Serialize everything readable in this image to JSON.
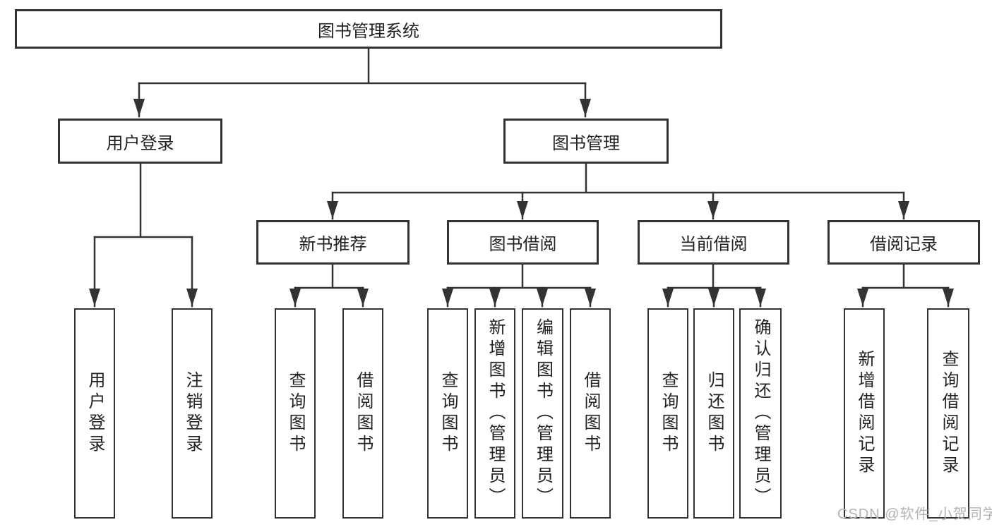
{
  "diagram": {
    "watermark": "CSDN @软件_小贺同学",
    "colors": {
      "line": "#333333",
      "box_border": "#333333",
      "text": "#222222",
      "watermark": "#b3b3b3",
      "background": "#ffffff"
    }
  },
  "nodes": {
    "root": {
      "label": "图书管理系统"
    },
    "level2": [
      {
        "label": "用户登录"
      },
      {
        "label": "图书管理"
      }
    ],
    "level3": [
      {
        "label": "新书推荐"
      },
      {
        "label": "图书借阅"
      },
      {
        "label": "当前借阅"
      },
      {
        "label": "借阅记录"
      }
    ],
    "leaves": {
      "user_login": [
        {
          "label": "用户登录"
        },
        {
          "label": "注销登录"
        }
      ],
      "new_book_recommend": [
        {
          "label": "查询图书"
        },
        {
          "label": "借阅图书"
        }
      ],
      "book_borrowing": [
        {
          "label": "查询图书"
        },
        {
          "label": "新增图书（管理员）"
        },
        {
          "label": "编辑图书（管理员）"
        },
        {
          "label": "借阅图书"
        }
      ],
      "current_borrowing": [
        {
          "label": "查询图书"
        },
        {
          "label": "归还图书"
        },
        {
          "label": "确认归还（管理员）"
        }
      ],
      "borrow_records": [
        {
          "label": "新增借阅记录"
        },
        {
          "label": "查询借阅记录"
        }
      ]
    }
  }
}
